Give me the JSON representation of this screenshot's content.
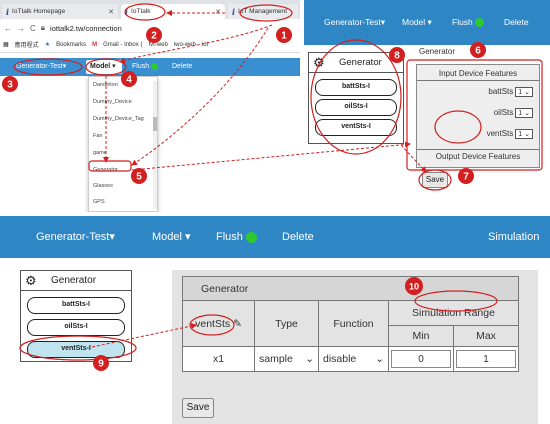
{
  "browser": {
    "tabs": [
      {
        "title": "IoTtalk Homepage"
      },
      {
        "title": "IoTtalk"
      },
      {
        "title": "IoT Management"
      }
    ],
    "url": "iottalk2.tw/connection",
    "bookmarks": [
      "應用程式",
      "Bookmarks",
      "Gmail - Inbox (",
      "fvt-web",
      "iwo-web",
      "iot"
    ]
  },
  "app_nav_small": {
    "project": "Generator-Test",
    "model": "Model",
    "flush": "Flush",
    "delete": "Delete"
  },
  "model_dropdown": {
    "items": [
      "Dandelion",
      "Dummy_Device",
      "Dummy_Device_Tag",
      "Fan",
      "game",
      "Generator",
      "Glasses",
      "GPS"
    ],
    "selected": "Generator"
  },
  "panel_b": {
    "nav": {
      "project": "Generator-Test",
      "model": "Model",
      "flush": "Flush",
      "delete": "Delete"
    },
    "device": {
      "name": "Generator",
      "features": [
        "battSts-I",
        "oilSts-I",
        "ventSts-I"
      ]
    },
    "simulator": {
      "title": "Generator",
      "input_header": "Input Device Features",
      "rows": [
        {
          "label": "battSts",
          "value": "1"
        },
        {
          "label": "oilSts",
          "value": "1"
        },
        {
          "label": "ventSts",
          "value": "1"
        }
      ],
      "output_header": "Output Device Features",
      "save_label": "Save"
    }
  },
  "panel_c": {
    "nav": {
      "project": "Generator-Test",
      "model": "Model",
      "flush": "Flush",
      "delete": "Delete",
      "simulation": "Simulation"
    },
    "device": {
      "name": "Generator",
      "features": [
        "battSts-I",
        "oilSts-I",
        "ventSts-I"
      ],
      "selected": "ventSts-I"
    },
    "table": {
      "title": "Generator",
      "feature": "ventSts",
      "type_header": "Type",
      "function_header": "Function",
      "range_header": "Simulation Range",
      "min_header": "Min",
      "max_header": "Max",
      "row": {
        "index": "x1",
        "type": "sample",
        "function": "disable",
        "min": "0",
        "max": "1"
      }
    },
    "save_label": "Save"
  },
  "markers": [
    "1",
    "2",
    "3",
    "4",
    "5",
    "6",
    "7",
    "8",
    "9",
    "10"
  ],
  "colors": {
    "nav_blue": "#2f86c5",
    "annotation_red": "#d21f1f",
    "flush_dot_green": "#2ec92e"
  }
}
